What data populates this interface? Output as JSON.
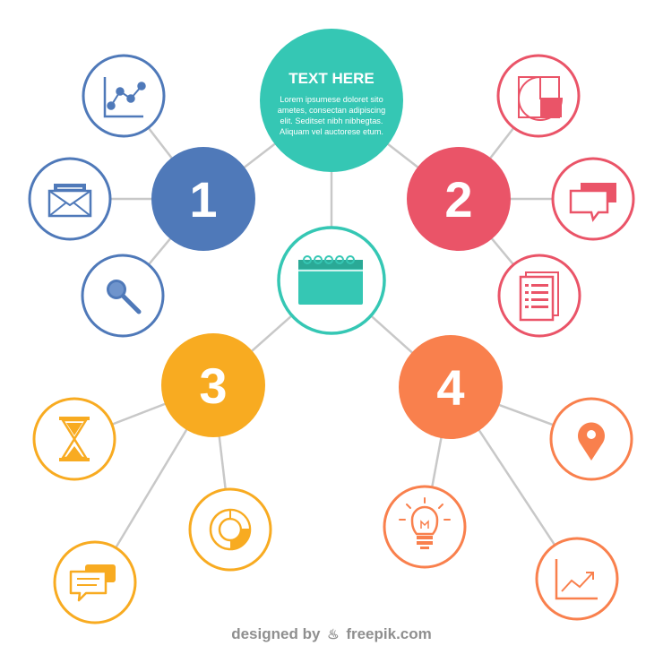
{
  "center": {
    "title": "TEXT HERE",
    "body_lines": [
      "Lorem ipsumese doloret sito",
      "ametes, consectan adipiscing",
      "elit. Seditset nibh nibhegtas.",
      "Aliquam vel auctorese etum."
    ],
    "color": "#35c7b4"
  },
  "hub": {
    "icon": "calendar-icon",
    "color": "#35c7b4"
  },
  "groups": [
    {
      "number": "1",
      "color": "#4f79b9",
      "icons": [
        "line-chart-icon",
        "envelope-icon",
        "magnifier-icon"
      ]
    },
    {
      "number": "2",
      "color": "#ea5468",
      "icons": [
        "pie-chart-icon",
        "chat-bubbles-icon",
        "document-list-icon"
      ]
    },
    {
      "number": "3",
      "color": "#f8ab21",
      "icons": [
        "hourglass-icon",
        "speech-bubbles-icon",
        "donut-chart-icon"
      ]
    },
    {
      "number": "4",
      "color": "#f9804d",
      "icons": [
        "lightbulb-icon",
        "location-pin-icon",
        "trend-chart-icon"
      ]
    }
  ],
  "line_color": "#c8c8c8",
  "credit": {
    "prefix": "designed by",
    "brand": "freepik.com"
  }
}
